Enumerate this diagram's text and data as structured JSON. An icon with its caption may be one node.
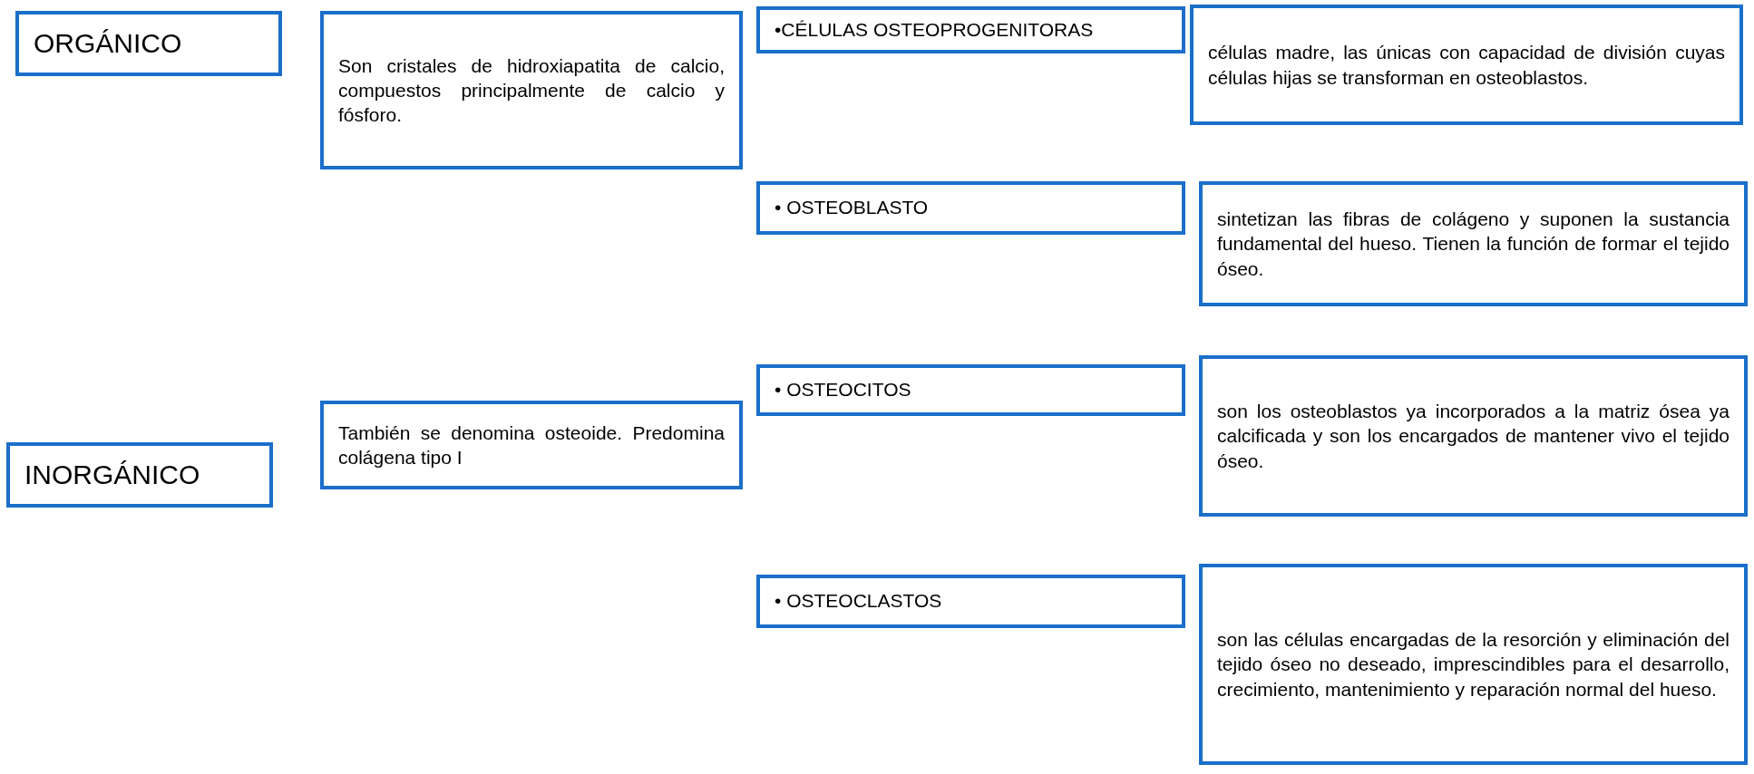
{
  "diagram": {
    "nodes": [
      {
        "text": [
          "ORGÁNICO"
        ]
      },
      {
        "text": [
          "Son cristales de hidroxiapatita de calcio, compuestos principalmente de calcio y fósforo."
        ]
      },
      {
        "text": [
          "•CÉLULAS OSTEOPROGENITORAS"
        ]
      },
      {
        "text": [
          "células madre, las únicas con capacidad de división cuyas células hijas se transforman en osteoblastos."
        ]
      },
      {
        "text": [
          "• OSTEOBLASTO"
        ]
      },
      {
        "text": [
          "sintetizan las fibras de colágeno y suponen la sustancia fundamental del hueso. Tienen la función de formar el tejido óseo."
        ]
      },
      {
        "text": [
          "• OSTEOCITOS"
        ]
      },
      {
        "text": [
          "son los osteoblastos ya incorporados a la matriz ósea ya calcificada y son los encargados de mantener vivo el tejido óseo."
        ]
      },
      {
        "text": [
          "También se denomina osteoide. Predomina colágena tipo I"
        ]
      },
      {
        "text": [
          "INORGÁNICO"
        ]
      },
      {
        "text": [
          "• OSTEOCLASTOS"
        ]
      },
      {
        "text": [
          "son las células encargadas de la resorción y eliminación del tejido óseo no deseado, imprescindibles para el desarrollo, crecimiento, mantenimiento y reparación normal del hueso."
        ]
      }
    ]
  }
}
